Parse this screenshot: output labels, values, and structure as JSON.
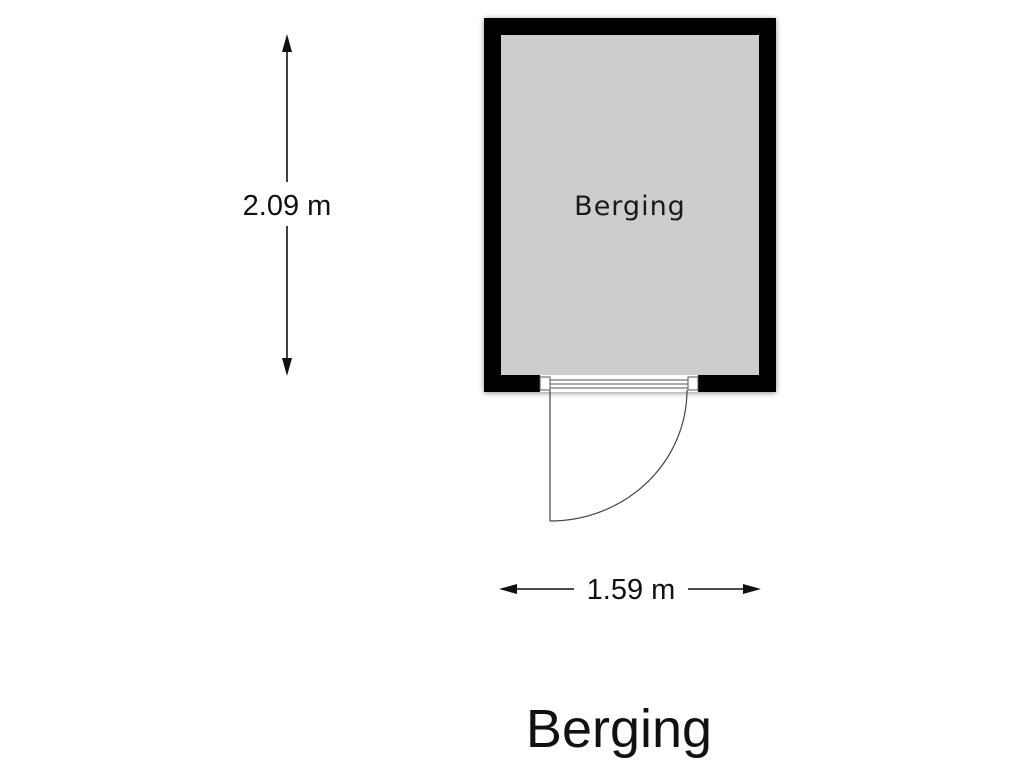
{
  "plan": {
    "title": "Berging",
    "room": {
      "label": "Berging"
    },
    "dimensions": {
      "height_label": "2.09 m",
      "width_label": "1.59 m"
    }
  },
  "colors": {
    "wall": "#000000",
    "floor": "#cdcdcd",
    "door_line": "#555555",
    "background": "#ffffff"
  }
}
